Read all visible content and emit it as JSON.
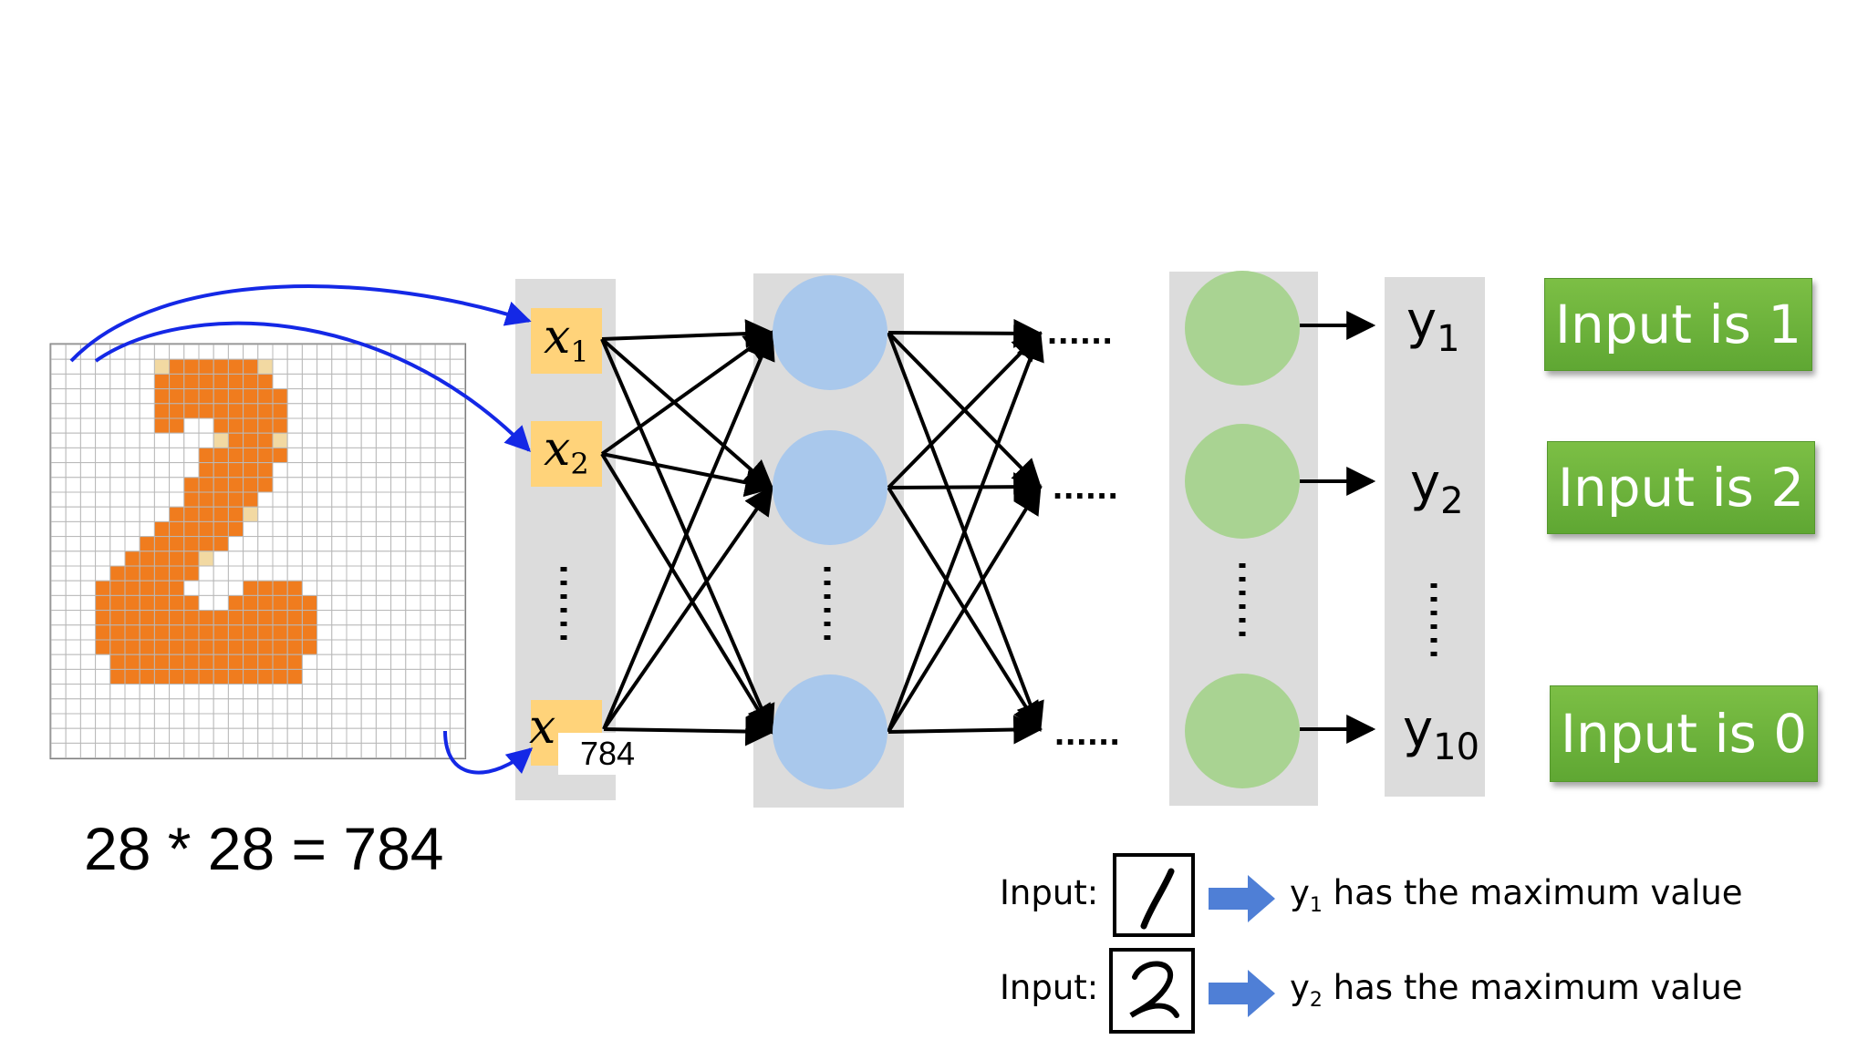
{
  "equation": "28 * 28 = 784",
  "input_labels": {
    "x1": {
      "base": "x",
      "sub": "1"
    },
    "x2": {
      "base": "x",
      "sub": "2"
    },
    "xn": {
      "base": "x",
      "sub_overlay": "784"
    }
  },
  "output_labels": {
    "y1": {
      "base": "y",
      "sub": "1"
    },
    "y2": {
      "base": "y",
      "sub": "2"
    },
    "y10": {
      "base": "y",
      "sub": "10"
    }
  },
  "ellipsis": "......",
  "results": {
    "r1": "Input is 1",
    "r2": "Input is 2",
    "r0": "Input is 0"
  },
  "notes": {
    "row1": {
      "prefix": "Input:",
      "digit": "1",
      "y": "y",
      "sub": "1",
      "text": " has the maximum value"
    },
    "row2": {
      "prefix": "Input:",
      "digit": "2",
      "y": "y",
      "sub": "2",
      "text": " has the maximum value"
    }
  },
  "colors": {
    "pixel_on": "#f07c1e",
    "pixel_light": "#f2d9a2",
    "pixel_off": "#ffffff",
    "input_box": "#ffd37a",
    "hidden_neuron": "#a9c8ec",
    "output_neuron": "#a9d392",
    "layer_band": "#dcdcdc",
    "result_green": "#6ab23a",
    "curve_blue": "#1428e6",
    "arrow_blue": "#4f7fd6"
  }
}
